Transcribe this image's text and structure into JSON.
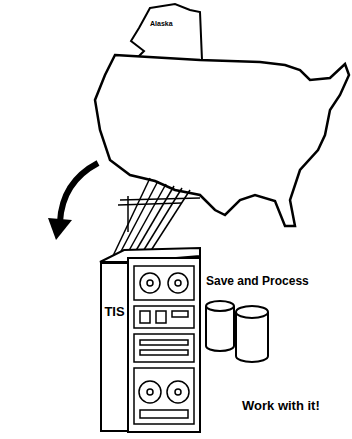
{
  "diagram": {
    "nodes": [
      {
        "text": [
          "TIS"
        ]
      }
    ],
    "labels": [
      "Alaska",
      "Save and Process",
      "Work with it!"
    ]
  }
}
